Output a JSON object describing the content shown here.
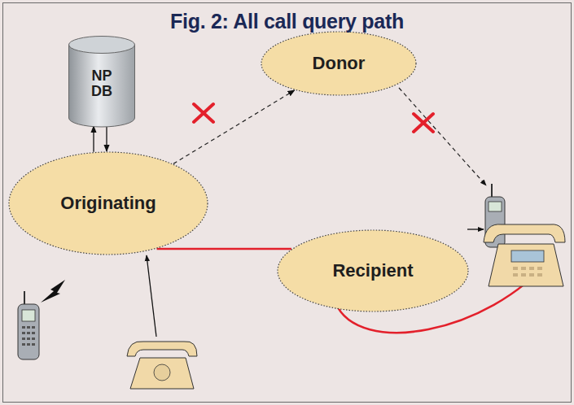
{
  "diagram": {
    "title": "Fig. 2: All call query path",
    "nodes": [
      {
        "text": [
          "NP DB"
        ]
      },
      {
        "text": [
          "Donor"
        ]
      },
      {
        "text": [
          "Originating"
        ]
      },
      {
        "text": [
          "Recipient"
        ]
      }
    ],
    "edges": [
      {
        "from": 2,
        "to": 0,
        "arrow": "to"
      },
      {
        "from": 0,
        "to": 2,
        "arrow": "to"
      },
      {
        "from": 2,
        "to": 1,
        "arrow": "to"
      },
      {
        "from": 2,
        "to": 3,
        "arrow": "none"
      }
    ]
  }
}
